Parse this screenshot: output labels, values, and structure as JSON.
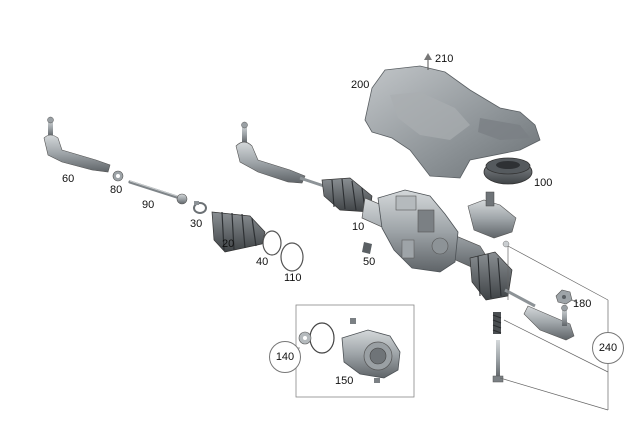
{
  "diagram": {
    "callouts": {
      "p10": "10",
      "p20": "20",
      "p30": "30",
      "p40": "40",
      "p50": "50",
      "p60": "60",
      "p80": "80",
      "p90": "90",
      "p100": "100",
      "p110": "110",
      "p140": "140",
      "p150": "150",
      "p180": "180",
      "p200": "200",
      "p210": "210",
      "p240": "240"
    },
    "colors": {
      "part_dark": "#6f7478",
      "part_mid": "#9aa0a4",
      "part_light": "#c9cdd0",
      "line": "#555555",
      "box": "#888888"
    }
  }
}
